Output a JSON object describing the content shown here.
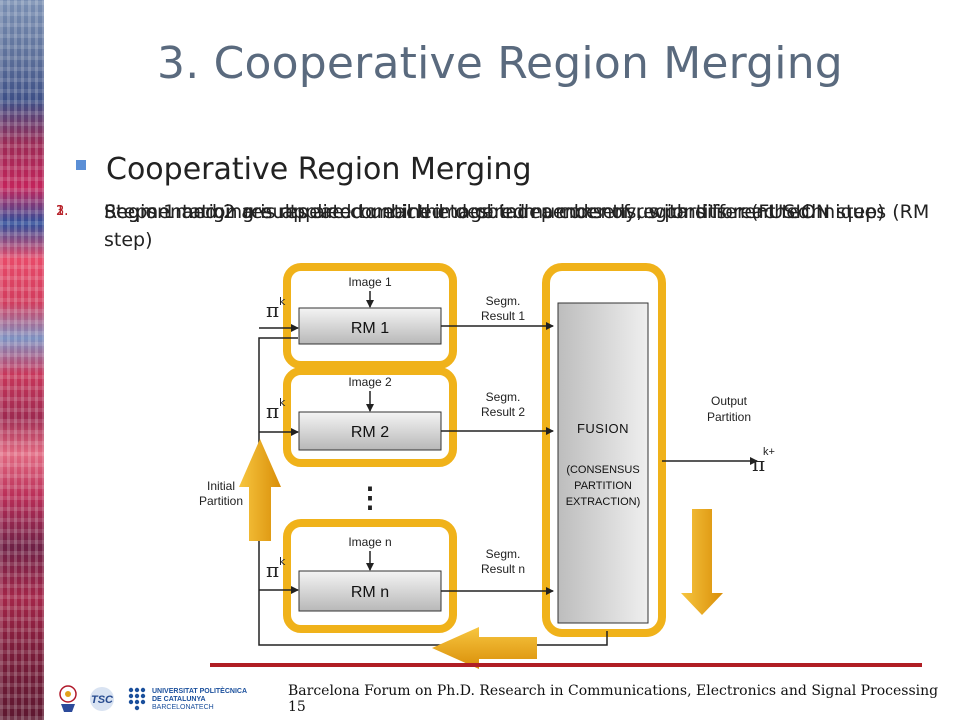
{
  "slide": {
    "title": "3. Cooperative Region Merging",
    "bullet": "Cooperative Region Merging",
    "overlapping_lines": [
      {
        "num": "1.",
        "text": "Region merging is applied to each image independently, with different techniques (RM step)"
      },
      {
        "num": "2.",
        "text": "Segmentation results are combined to obtain a consensus partition (FUSION step)"
      },
      {
        "num": "3.",
        "text": "Steps 1 and 2 are repeated until the desired number of regions is reached."
      }
    ],
    "footer": "Barcelona Forum on Ph.D. Research in Communications, Electronics and Signal Processing",
    "page_number": "15"
  },
  "diagram": {
    "rm_blocks": [
      {
        "image_label": "Image 1",
        "rm_label": "RM 1",
        "segm_label_1": "Segm.",
        "segm_label_2": "Result 1"
      },
      {
        "image_label": "Image 2",
        "rm_label": "RM 2",
        "segm_label_1": "Segm.",
        "segm_label_2": "Result 2"
      },
      {
        "image_label": "Image n",
        "rm_label": "RM n",
        "segm_label_1": "Segm.",
        "segm_label_2": "Result n"
      }
    ],
    "ellipsis": "⋮",
    "input_symbol": "π",
    "input_superscript": "k",
    "initial_label_1": "Initial",
    "initial_label_2": "Partition",
    "fusion_label": "FUSION",
    "consensus_1": "(CONSENSUS",
    "consensus_2": "PARTITION",
    "consensus_3": "EXTRACTION)",
    "output_label_1": "Output",
    "output_label_2": "Partition",
    "output_symbol": "π",
    "output_superscript": "k+1"
  },
  "logos": {
    "upc_line1": "UNIVERSITAT POLITÈCNICA",
    "upc_line2": "DE CATALUNYA",
    "upc_line3": "BARCELONATECH",
    "tsc": "TSC"
  },
  "colors": {
    "title": "#5a6a7e",
    "bullet": "#5b8fd6",
    "highlight": "#f0b21a",
    "rule": "#b01e24"
  }
}
